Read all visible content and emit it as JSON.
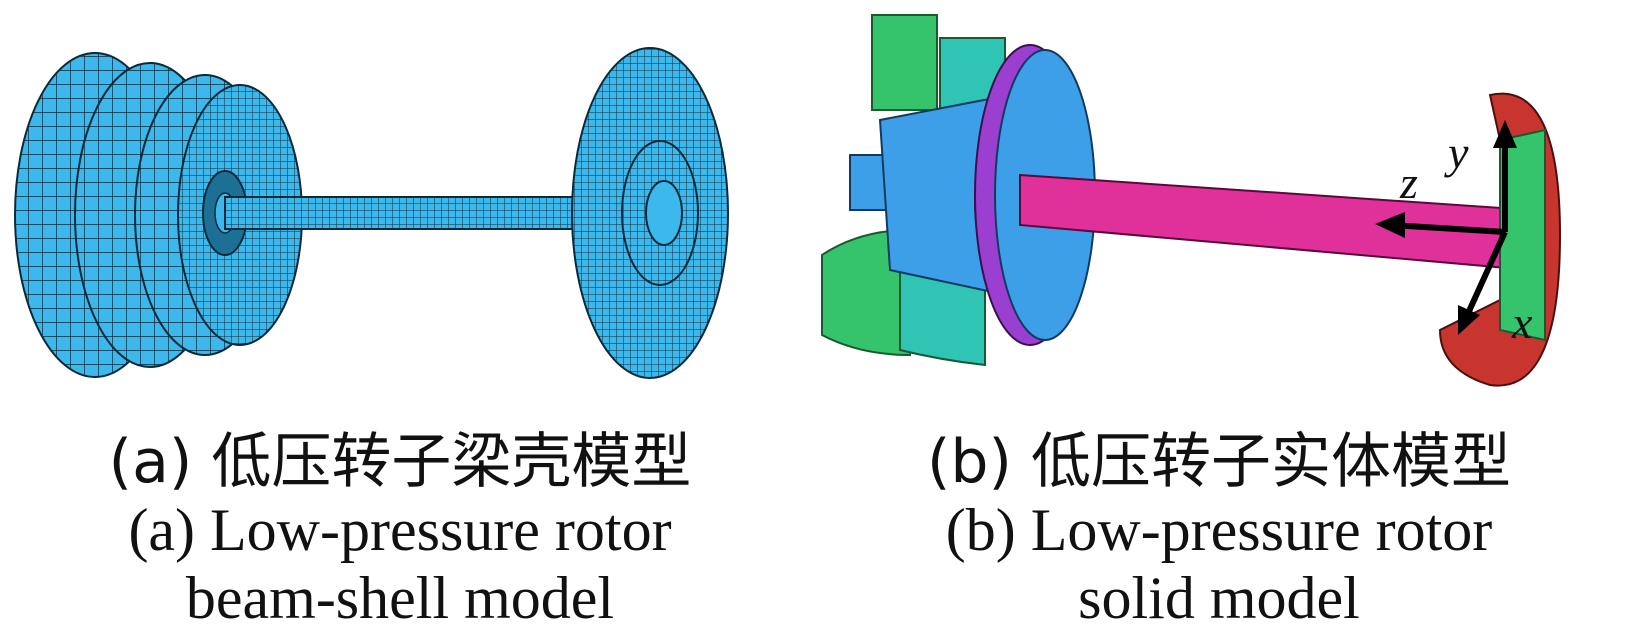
{
  "panels": [
    {
      "id": "a",
      "caption_zh": "(a) 低压转子梁壳模型",
      "caption_en_line1": "(a) Low-pressure rotor",
      "caption_en_line2": "beam-shell model",
      "mesh_color": "#3db8ec"
    },
    {
      "id": "b",
      "caption_zh": "(b) 低压转子实体模型",
      "caption_en_line1": "(b) Low-pressure rotor",
      "caption_en_line2": "solid model",
      "axes": {
        "x": "x",
        "y": "y",
        "z": "z"
      },
      "colors": {
        "green": "#35c46b",
        "teal": "#2fc4b4",
        "blue": "#3c9fe8",
        "magenta": "#e0309a",
        "purple": "#9a3fd0",
        "red": "#c8352f"
      }
    }
  ]
}
